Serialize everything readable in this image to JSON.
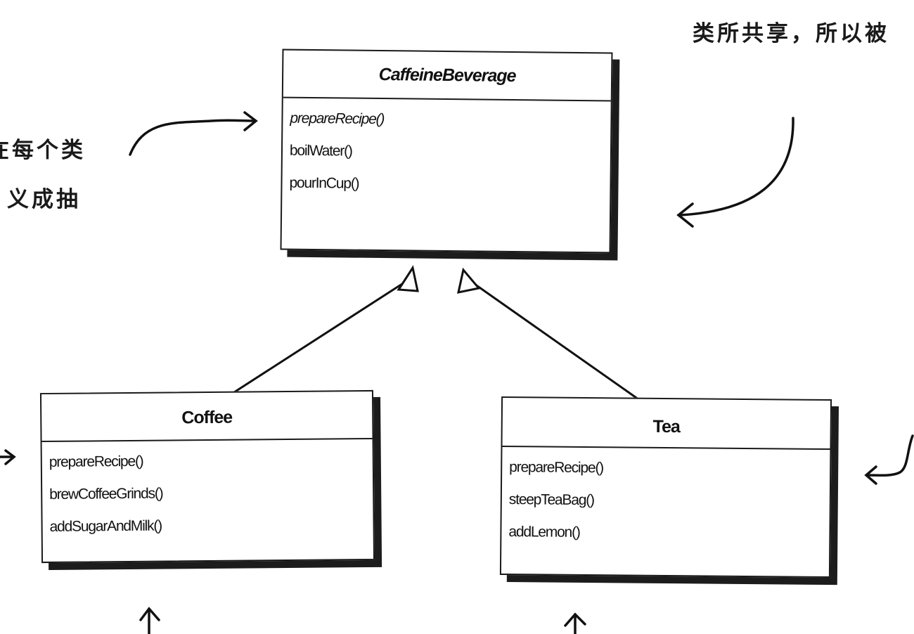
{
  "classes": {
    "base": {
      "name": "CaffeineBeverage",
      "methods": [
        "prepareRecipe()",
        "boilWater()",
        "pourInCup()"
      ]
    },
    "coffee": {
      "name": "Coffee",
      "methods": [
        "prepareRecipe()",
        "brewCoffeeGrinds()",
        "addSugarAndMilk()"
      ]
    },
    "tea": {
      "name": "Tea",
      "methods": [
        "prepareRecipe()",
        "steepTeaBag()",
        "addLemon()"
      ]
    }
  },
  "annotations": {
    "top_right": "类所共享，所以被",
    "left_line1": "在每个类",
    "left_line2": "义成抽"
  }
}
